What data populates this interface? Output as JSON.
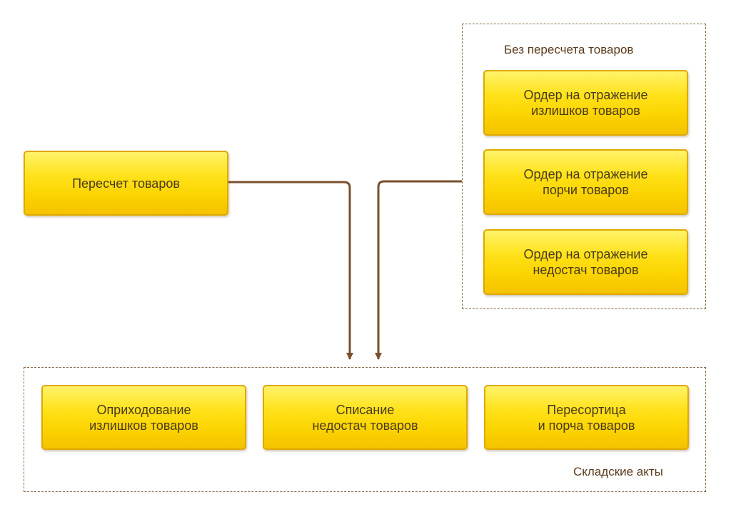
{
  "nodes": {
    "recount": {
      "lines": [
        "Пересчет товаров"
      ]
    },
    "order_surplus": {
      "lines": [
        "Ордер на отражение",
        "излишков товаров"
      ]
    },
    "order_damage": {
      "lines": [
        "Ордер на отражение",
        "порчи товаров"
      ]
    },
    "order_shortage": {
      "lines": [
        "Ордер на отражение",
        "недостач товаров"
      ]
    },
    "posting_surplus": {
      "lines": [
        "Оприходование",
        "излишков товаров"
      ]
    },
    "write_off_shortage": {
      "lines": [
        "Списание",
        "недостач товаров"
      ]
    },
    "regrading_damage": {
      "lines": [
        "Пересортица",
        "и порча товаров"
      ]
    }
  },
  "groups": {
    "no_recount": {
      "label": "Без пересчета товаров"
    },
    "warehouse_acts": {
      "label": "Складские акты"
    }
  },
  "colors": {
    "connector": "#7a4f2c",
    "node_border": "#e0a800",
    "node_fill": "#ffe21a",
    "frame": "#8a6a4a"
  }
}
